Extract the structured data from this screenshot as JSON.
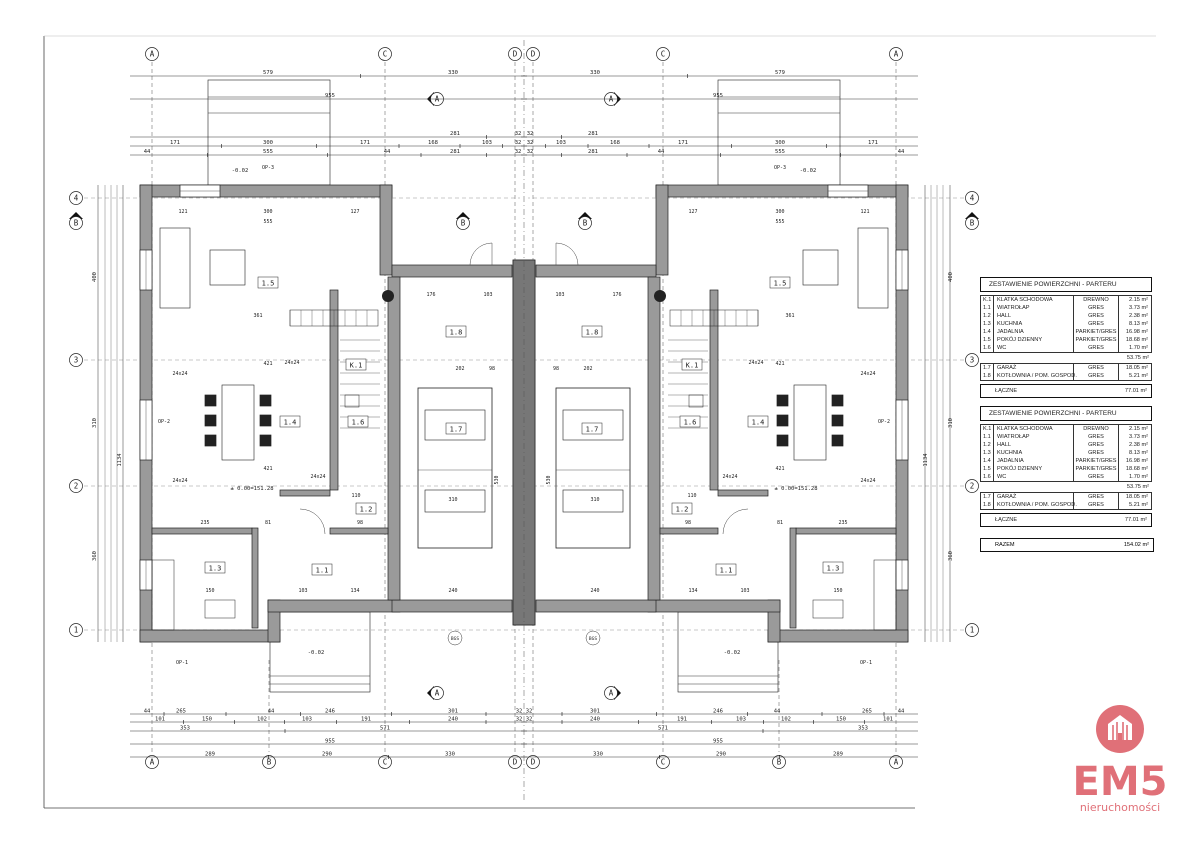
{
  "plan": {
    "grid_top": [
      "A",
      "C",
      "D"
    ],
    "grid_bottom": [
      "A",
      "B",
      "C",
      "D"
    ],
    "grid_rows": [
      "4",
      "3",
      "2",
      "1"
    ],
    "section_marks": [
      "A",
      "B"
    ],
    "dims_top": [
      [
        "579",
        "330"
      ],
      [
        "955"
      ],
      [
        "281",
        "32"
      ],
      [
        "171",
        "300",
        "171",
        "168",
        "103",
        "32"
      ],
      [
        "44",
        "555",
        "44",
        "281",
        "32"
      ]
    ],
    "dims_bottom": [
      [
        "44",
        "265",
        "44",
        "246",
        "301",
        "32"
      ],
      [
        "101",
        "150",
        "102",
        "103",
        "191",
        "240",
        "32"
      ],
      [
        "353",
        "571"
      ],
      [
        "955"
      ],
      [
        "289",
        "290",
        "330"
      ]
    ],
    "dims_side": [
      "400",
      "310",
      "360",
      "1134"
    ],
    "rooms": {
      "r15": "1.5",
      "r14": "1.4",
      "r13": "1.3",
      "r11": "1.1",
      "r12": "1.2",
      "r16": "1.6",
      "r17": "1.7",
      "r18": "1.8",
      "k1": "K.1"
    },
    "interior": [
      "121",
      "300",
      "127",
      "555",
      "361",
      "421",
      "421",
      "235",
      "81",
      "150",
      "103",
      "134",
      "110",
      "98",
      "176",
      "103",
      "202",
      "98",
      "310",
      "530",
      "240",
      "24x24",
      "24x24",
      "24x24",
      "24x24"
    ],
    "notes": {
      "level": "± 0.00=151.28",
      "minus1": "-0.02",
      "minus2": "-0.02",
      "op1": "OP-1",
      "op2": "OP-2",
      "op3": "OP-3",
      "bgs": "BGS"
    }
  },
  "tables": [
    {
      "title": "ZESTAWIENIE POWIERZCHNI - PARTERU",
      "rows": [
        [
          "K.1",
          "KLATKA SCHODOWA",
          "DREWNO",
          "2.15 m²"
        ],
        [
          "1.1",
          "WIATROŁAP",
          "GRES",
          "3.73 m²"
        ],
        [
          "1.2",
          "HALL",
          "GRES",
          "2.38 m²"
        ],
        [
          "1.3",
          "KUCHNIA",
          "GRES",
          "8.13 m²"
        ],
        [
          "1.4",
          "JADALNIA",
          "PARKIET/GRES",
          "16.98 m²"
        ],
        [
          "1.5",
          "POKÓJ DZIENNY",
          "PARKIET/GRES",
          "18.68 m²"
        ],
        [
          "1.6",
          "WC",
          "GRES",
          "1.70 m²"
        ]
      ],
      "subtotal": "53.75 m²",
      "rows2": [
        [
          "1.7",
          "GARAŻ",
          "GRES",
          "18.05 m²"
        ],
        [
          "1.8",
          "KOTŁOWNIA / POM. GOSPOD.",
          "GRES",
          "5.21 m²"
        ]
      ],
      "total_label": "ŁĄCZNE",
      "total": "77.01 m²"
    },
    {
      "title": "ZESTAWIENIE POWIERZCHNI - PARTERU",
      "rows": [
        [
          "K.1",
          "KLATKA SCHODOWA",
          "DREWNO",
          "2.15 m²"
        ],
        [
          "1.1",
          "WIATROŁAP",
          "GRES",
          "3.73 m²"
        ],
        [
          "1.2",
          "HALL",
          "GRES",
          "2.38 m²"
        ],
        [
          "1.3",
          "KUCHNIA",
          "GRES",
          "8.13 m²"
        ],
        [
          "1.4",
          "JADALNIA",
          "PARKIET/GRES",
          "16.98 m²"
        ],
        [
          "1.5",
          "POKÓJ DZIENNY",
          "PARKIET/GRES",
          "18.68 m²"
        ],
        [
          "1.6",
          "WC",
          "GRES",
          "1.70 m²"
        ]
      ],
      "subtotal": "53.75 m²",
      "rows2": [
        [
          "1.7",
          "GARAŻ",
          "GRES",
          "18.05 m²"
        ],
        [
          "1.8",
          "KOTŁOWNIA / POM. GOSPOD.",
          "GRES",
          "5.21 m²"
        ]
      ],
      "total_label": "ŁĄCZNE",
      "total": "77.01 m²"
    }
  ],
  "razem": {
    "label": "RAZEM",
    "value": "154.02 m²"
  },
  "logo": {
    "name": "EM5",
    "tagline": "nieruchomości",
    "color": "#e07078"
  }
}
